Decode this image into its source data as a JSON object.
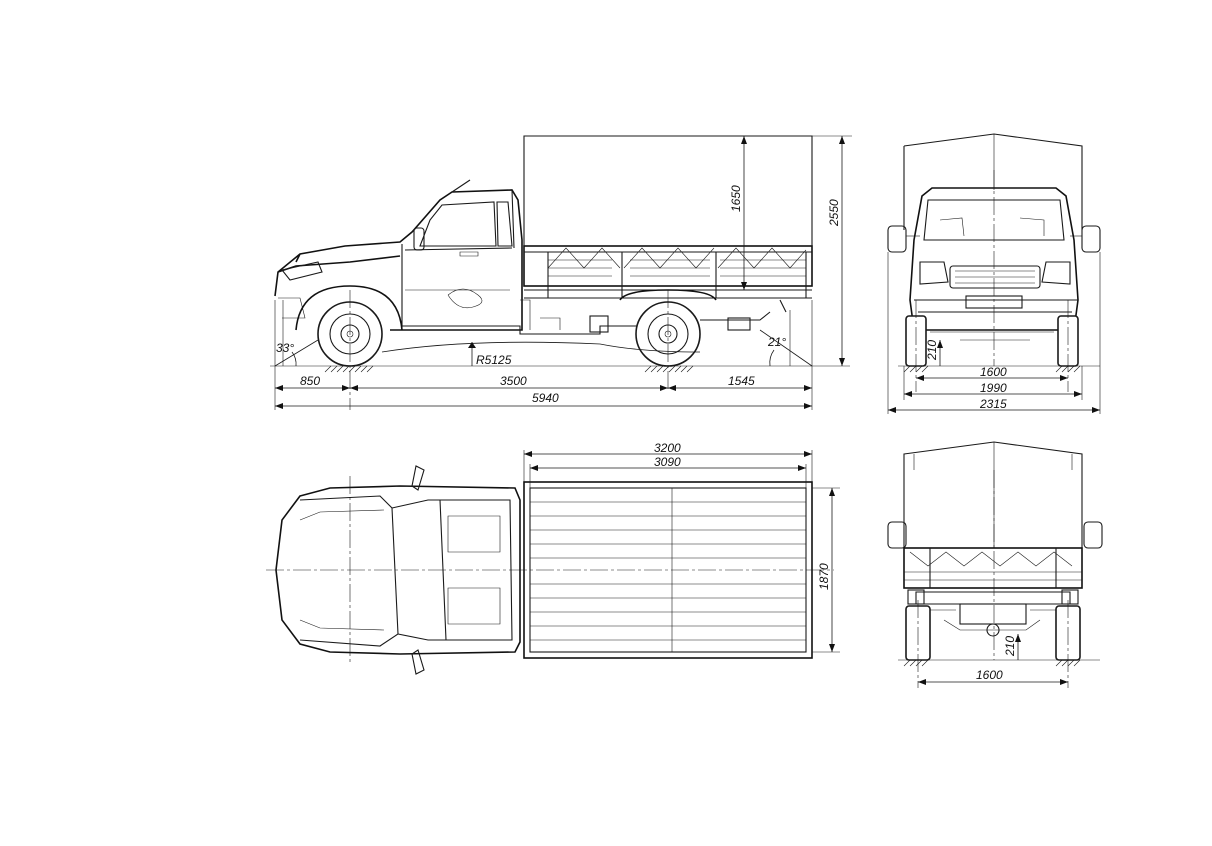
{
  "dimensions": {
    "front_overhang": "850",
    "wheelbase": "3500",
    "rear_overhang": "1545",
    "overall_length": "5940",
    "platform_height": "1650",
    "overall_height": "2550",
    "approach_angle": "33°",
    "departure_angle": "21°",
    "ramp_radius": "R5125",
    "front_track": "1600",
    "width_body": "1990",
    "width_mirrors": "2315",
    "ground_clearance_front": "210",
    "platform_length_outer": "3200",
    "platform_length_inner": "3090",
    "platform_width": "1870",
    "rear_track": "1600",
    "ground_clearance_rear": "210"
  }
}
